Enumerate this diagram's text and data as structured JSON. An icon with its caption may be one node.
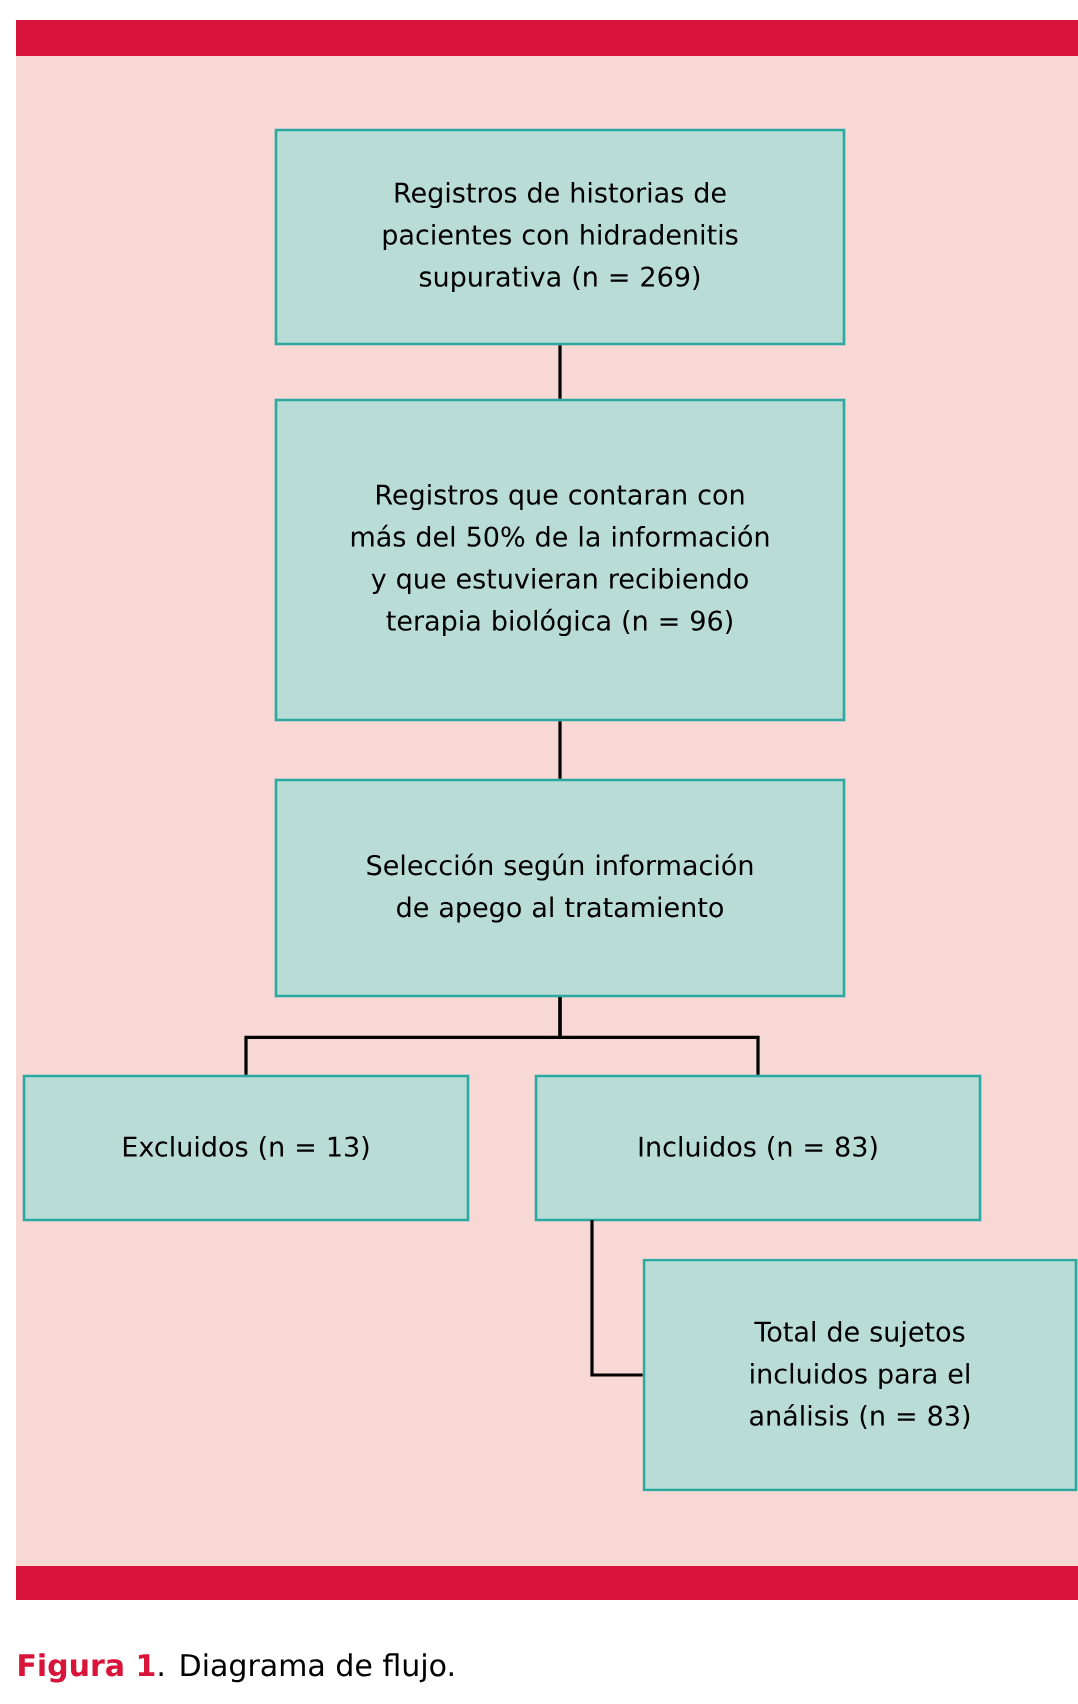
{
  "diagram": {
    "caption": "**Figura 1**. Diagrama de flujo.",
    "nodes": [
      {
        "text": [
          "Registros de historias de pacientes con hidradenitis supurativa (n = 269)"
        ]
      },
      {
        "text": [
          "Registros que contaran con más del 50% de la información y que estuvieran recibiendo terapia biológica (n = 96)"
        ]
      },
      {
        "text": [
          "Selección según información de apego al tratamiento"
        ]
      },
      {
        "text": [
          "Excluidos (n = 13)"
        ]
      },
      {
        "text": [
          "Incluidos (n = 83)"
        ]
      },
      {
        "text": [
          "Total de sujetos incluidos para el análisis (n = 83)"
        ]
      }
    ],
    "edges": [
      {
        "from": 0,
        "to": 1,
        "arrow": "none"
      },
      {
        "from": 1,
        "to": 2,
        "arrow": "none"
      },
      {
        "from": 2,
        "to": 3,
        "arrow": "none"
      },
      {
        "from": 2,
        "to": 4,
        "arrow": "none"
      },
      {
        "from": 4,
        "to": 5,
        "arrow": "none"
      }
    ]
  }
}
